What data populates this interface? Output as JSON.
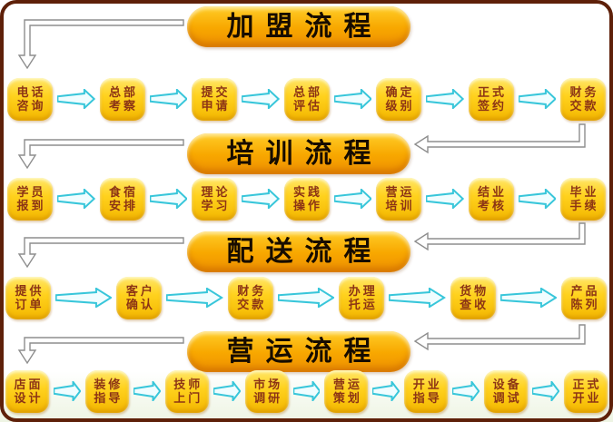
{
  "colors": {
    "frame_maroon": "#5e2009",
    "banner_gold": "#f8a800",
    "box_yellow": "#ffd21e",
    "box_text_brown": "#8c3415",
    "arrow_cyan": "#38c6da",
    "connector_gray": "#8d8d8d",
    "banner_text": "#170c00"
  },
  "sections": [
    {
      "title": "加盟流程",
      "steps": [
        {
          "l1": "电话",
          "l2": "咨询"
        },
        {
          "l1": "总部",
          "l2": "考察"
        },
        {
          "l1": "提交",
          "l2": "申请"
        },
        {
          "l1": "总部",
          "l2": "评估"
        },
        {
          "l1": "确定",
          "l2": "级别"
        },
        {
          "l1": "正式",
          "l2": "签约"
        },
        {
          "l1": "财务",
          "l2": "交款"
        }
      ]
    },
    {
      "title": "培训流程",
      "steps": [
        {
          "l1": "学员",
          "l2": "报到"
        },
        {
          "l1": "食宿",
          "l2": "安排"
        },
        {
          "l1": "理论",
          "l2": "学习"
        },
        {
          "l1": "实践",
          "l2": "操作"
        },
        {
          "l1": "营运",
          "l2": "培训"
        },
        {
          "l1": "结业",
          "l2": "考核"
        },
        {
          "l1": "毕业",
          "l2": "手续"
        }
      ]
    },
    {
      "title": "配送流程",
      "steps": [
        {
          "l1": "提供",
          "l2": "订单"
        },
        {
          "l1": "客户",
          "l2": "确认"
        },
        {
          "l1": "财务",
          "l2": "交款"
        },
        {
          "l1": "办理",
          "l2": "托运"
        },
        {
          "l1": "货物",
          "l2": "查收"
        },
        {
          "l1": "产品",
          "l2": "陈列"
        }
      ]
    },
    {
      "title": "营运流程",
      "steps": [
        {
          "l1": "店面",
          "l2": "设计"
        },
        {
          "l1": "装修",
          "l2": "指导"
        },
        {
          "l1": "技师",
          "l2": "上门"
        },
        {
          "l1": "市场",
          "l2": "调研"
        },
        {
          "l1": "营运",
          "l2": "策划"
        },
        {
          "l1": "开业",
          "l2": "指导"
        },
        {
          "l1": "设备",
          "l2": "调试"
        },
        {
          "l1": "正式",
          "l2": "开业"
        }
      ]
    }
  ]
}
